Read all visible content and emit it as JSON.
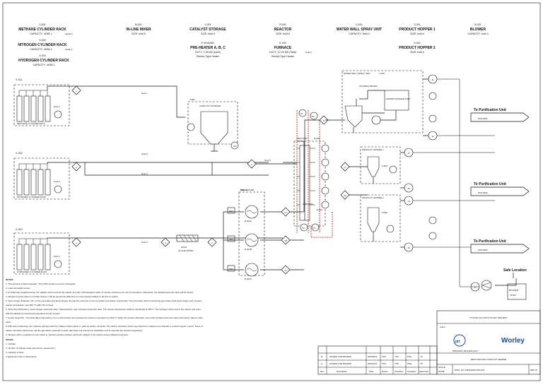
{
  "equipment_header": [
    {
      "tag": "X-001",
      "name": "METHANE CYLINDER RACK",
      "cap": "CAPACITY: 40/50 L",
      "note": "(Hold 1)"
    },
    {
      "tag": "X-002",
      "name": "NITROGEN CYLINDER RACK",
      "cap": "CAPACITY: 40/50 L",
      "note": "(Hold 2)"
    },
    {
      "tag": "X-003",
      "name": "HYDROGEN CYLINDER RACK",
      "cap": "CAPACITY: 40/50 L",
      "note": "(Hold 2)"
    },
    {
      "tag": "M-001",
      "name": "IN-LINE MIXER",
      "cap": "SIZE: hold 5"
    },
    {
      "tag": "V-001",
      "name": "CATALYST STORAGE",
      "cap": "SIZE: hold 6"
    },
    {
      "tag": "E-001A/B/C",
      "name": "PRE-HEATER A, B, C",
      "cap": "DUTY: 1.39 kW (each)",
      "note": "Electric Type Heater"
    },
    {
      "tag": "R-001",
      "name": "REACTOR",
      "cap": "SIZE: hold 6"
    },
    {
      "tag": "E-002",
      "name": "FURNACE",
      "cap": "DUTY: 12.29 kW (Total)",
      "note": "Electric Type Heater",
      "hold": "Hold 4"
    },
    {
      "tag": "U-001",
      "name": "WATER WALL SPRAY UNIT",
      "cap": "CAPACITY: hold 3"
    },
    {
      "tag": "S-001",
      "name": "PRODUCT HOPPER 1",
      "cap": "SIZE: hold 4"
    },
    {
      "tag": "S-002",
      "name": "PRODUCT HOPPER 2",
      "cap": "SIZE: hold 4"
    },
    {
      "tag": "B-001",
      "name": "BLOWER",
      "cap": "CAPACITY: hold 3"
    }
  ],
  "diagram": {
    "racks": [
      {
        "tag": "X-001",
        "label": "METHANE CYLINDER RACK",
        "note": "Note 3"
      },
      {
        "tag": "X-002",
        "label": "NITROGEN CYLINDER RACK",
        "note": "Note 3"
      },
      {
        "tag": "X-003",
        "label": "HYDROGEN CYLINDER RACK",
        "note": "Note 3"
      }
    ],
    "streams": [
      "1",
      "2",
      "3",
      "4",
      "5",
      "6",
      "7A",
      "7B",
      "7C",
      "8",
      "9",
      "10",
      "11",
      "12",
      "13",
      "14",
      "15",
      "16",
      "17"
    ],
    "notes_inline": [
      "Note 7",
      "Note 8",
      "Note 4",
      "Note 6",
      "Note 5",
      "Note 2"
    ],
    "labels": {
      "catalyst_storage": "CATALYST STORAGE",
      "v001": "V-001",
      "mixer_tag": "M-001",
      "mixer_label": "IN-LINE MIXER",
      "preheater": "PRE-HEATER",
      "e001a": "E-001A",
      "e001b": "E-001B",
      "e001c": "E-001C",
      "reactor": "REACTOR",
      "r001": "R-001",
      "furnace": "FURNACE",
      "e002": "E-002",
      "water_wall": "WATER WALL SPRAY UNIT",
      "u001": "U-001",
      "potable_water": "POTABLE WATER",
      "water_tank": "WATER STORAGE TANK",
      "hopper1": "PRODUCT HOPPER 1",
      "s001": "S-001",
      "hopper2": "PRODUCT HOPPER 2",
      "s002": "S-002",
      "blower": "BLOWER",
      "b001": "B-001",
      "safe_location": "Safe Location",
      "to_purification": "To Purification Unit",
      "pfd": "PFD-0002",
      "instr_pt": "PT",
      "instr_tt": "TT",
      "instr_pc": "PC",
      "instr_tc": "TC",
      "instr_wc": "WC",
      "instr_mfc": "MFC",
      "instr_fc": "FC",
      "instr_ti": "TI"
    }
  },
  "notes": {
    "title": "NOTES:",
    "items": [
      "1. This process is batch operation. The CNTs product out put is 10 kg/year.",
      "2. Load cell weight sensor",
      "3. At initial step (Catalyst Feed), the catalyst will be fed into the reactor at a rate of 50 kilograms within 5 minutes (maximum) at room temperature. Afterwards, the catalyst feed inlet valve will be closed.",
      "4. Nitrogen bypass valve is normally closed. It will be opened at initial step to expel trapped catalyst in the line to reactor.",
      "5. Second step (Preheat), turn on the pre-heater and feed nitrogen through the main line to the pre-heater and reactor respectively. The pre-heater which is electrical type heater shall heat nitrogen and increase",
      "   reactor temperature upto 600 °C within 90 minutes.",
      "6. Third step (Reduction), close nitrogen feed inlet valve. Subsequently, open hydrogen feed inlet valve. The reactor temperature shall be maintained at 600°C. The hydrogen will be fed to the reactor and react",
      "   with the catalyst at mentioned temperature for 60 minutes.",
      "7. Fourth step(CVD - Chemical Vapor Deposition), turn on the furnace and increase the reactor temperature to 1000 °C within 30 minutes. Afterward, open both methane feed inlet valve and reactor vapour outlet",
      "   valve.",
      "8. Fifth step (Collecting), the methane will react with the catalyst inside reactor to yield as carbon nanotube. The carbon nanotube will be  seperated from catalyst and collected in product hopper 1 and 2. Some of",
      "   carbon nanotube carried over into the gas will be captured in water wall spray unit and sent to purification unit to seperate the product respectively.",
      "9. Nitrogen will be supplied into the vessel to maintain positive pressure and push catalyst to the reactor during Catalyst Feed step."
    ],
    "holds_title": "HOLDS:",
    "holds": [
      "1. Cylinder",
      "2. Number of cylinder tanks and volume requirement.",
      "3. Capacity or Duty.",
      "4. Equipment size or dimensions."
    ]
  },
  "title_block": {
    "project": "PTTLNG CNT PILOT PLANT PROJECT",
    "client_label": "Client",
    "company": "Worley",
    "company_sub": "PROCESS TECHNOLOGY",
    "drawing_title": "REACTOR AND CATALYST FEEDER",
    "scale_label": "SCALE",
    "scale_value": "NONE",
    "dwg_no": "DWG. NO. 8/2012022-PFD-001",
    "rev": "REV. B",
    "revisions": [
      {
        "rev": "B",
        "desc": "ISSUED FOR REVIEW",
        "date": "20/5/2021",
        "drawn": "TPS",
        "checked": "TPS",
        "approved": "PSH",
        "appr": "YP"
      },
      {
        "rev": "A",
        "desc": "ISSUED FOR REVIEW",
        "date": "20/5/2021",
        "drawn": "TPS",
        "checked": "TPS",
        "approved": "PSH",
        "appr": "YP"
      }
    ],
    "rev_headers": [
      "Rev",
      "Description",
      "Date",
      "Drawn",
      "Checked",
      "Checked",
      "Approved"
    ]
  },
  "colors": {
    "red_line": "#d00000",
    "logo_blue": "#1f4e9a"
  }
}
